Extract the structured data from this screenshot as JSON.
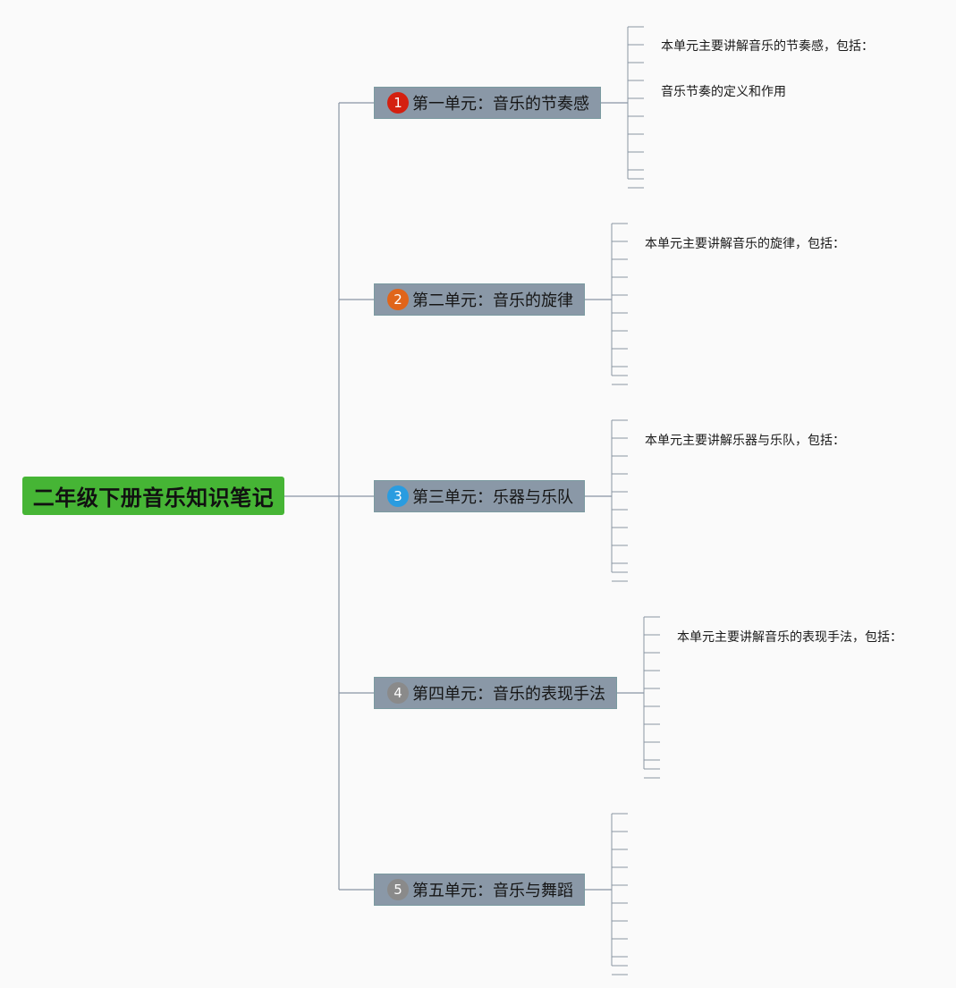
{
  "root": {
    "title": "二年级下册音乐知识笔记"
  },
  "units": [
    {
      "number": "1",
      "title": "第一单元：音乐的节奏感",
      "badge_color": "#d42010",
      "leaves": [
        "本单元主要讲解音乐的节奏感，包括：",
        "音乐节奏的定义和作用"
      ]
    },
    {
      "number": "2",
      "title": "第二单元：音乐的旋律",
      "badge_color": "#e0651a",
      "leaves": [
        "本单元主要讲解音乐的旋律，包括："
      ]
    },
    {
      "number": "3",
      "title": "第三单元：乐器与乐队",
      "badge_color": "#2a9ce0",
      "leaves": [
        "本单元主要讲解乐器与乐队，包括："
      ]
    },
    {
      "number": "4",
      "title": "第四单元：音乐的表现手法",
      "badge_color": "#8a8a8a",
      "leaves": [
        "本单元主要讲解音乐的表现手法，包括："
      ]
    },
    {
      "number": "5",
      "title": "第五单元：音乐与舞蹈",
      "badge_color": "#8a8a8a",
      "leaves": []
    }
  ],
  "colors": {
    "connector": "#8995a3",
    "root_bg": "#46b535",
    "unit_bg": "#8a98a7"
  }
}
